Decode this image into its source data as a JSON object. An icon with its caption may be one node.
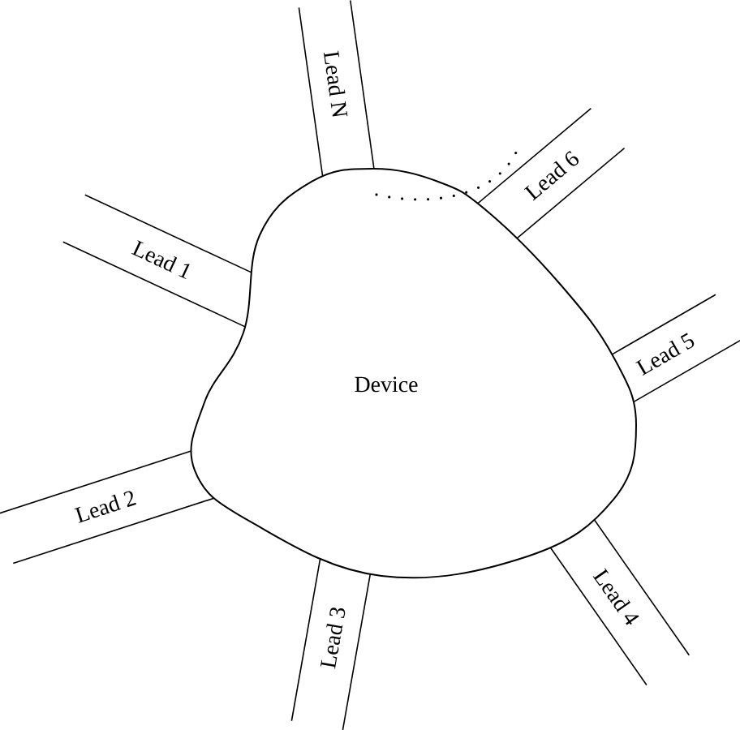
{
  "diagram": {
    "nodes": [
      {
        "text": [
          "Device"
        ]
      },
      {
        "text": [
          "Lead 1"
        ]
      },
      {
        "text": [
          "Lead 2"
        ]
      },
      {
        "text": [
          "Lead 3"
        ]
      },
      {
        "text": [
          "Lead 4"
        ]
      },
      {
        "text": [
          "Lead 5"
        ]
      },
      {
        "text": [
          "Lead 6"
        ]
      },
      {
        "text": [
          "Lead N"
        ]
      }
    ]
  }
}
